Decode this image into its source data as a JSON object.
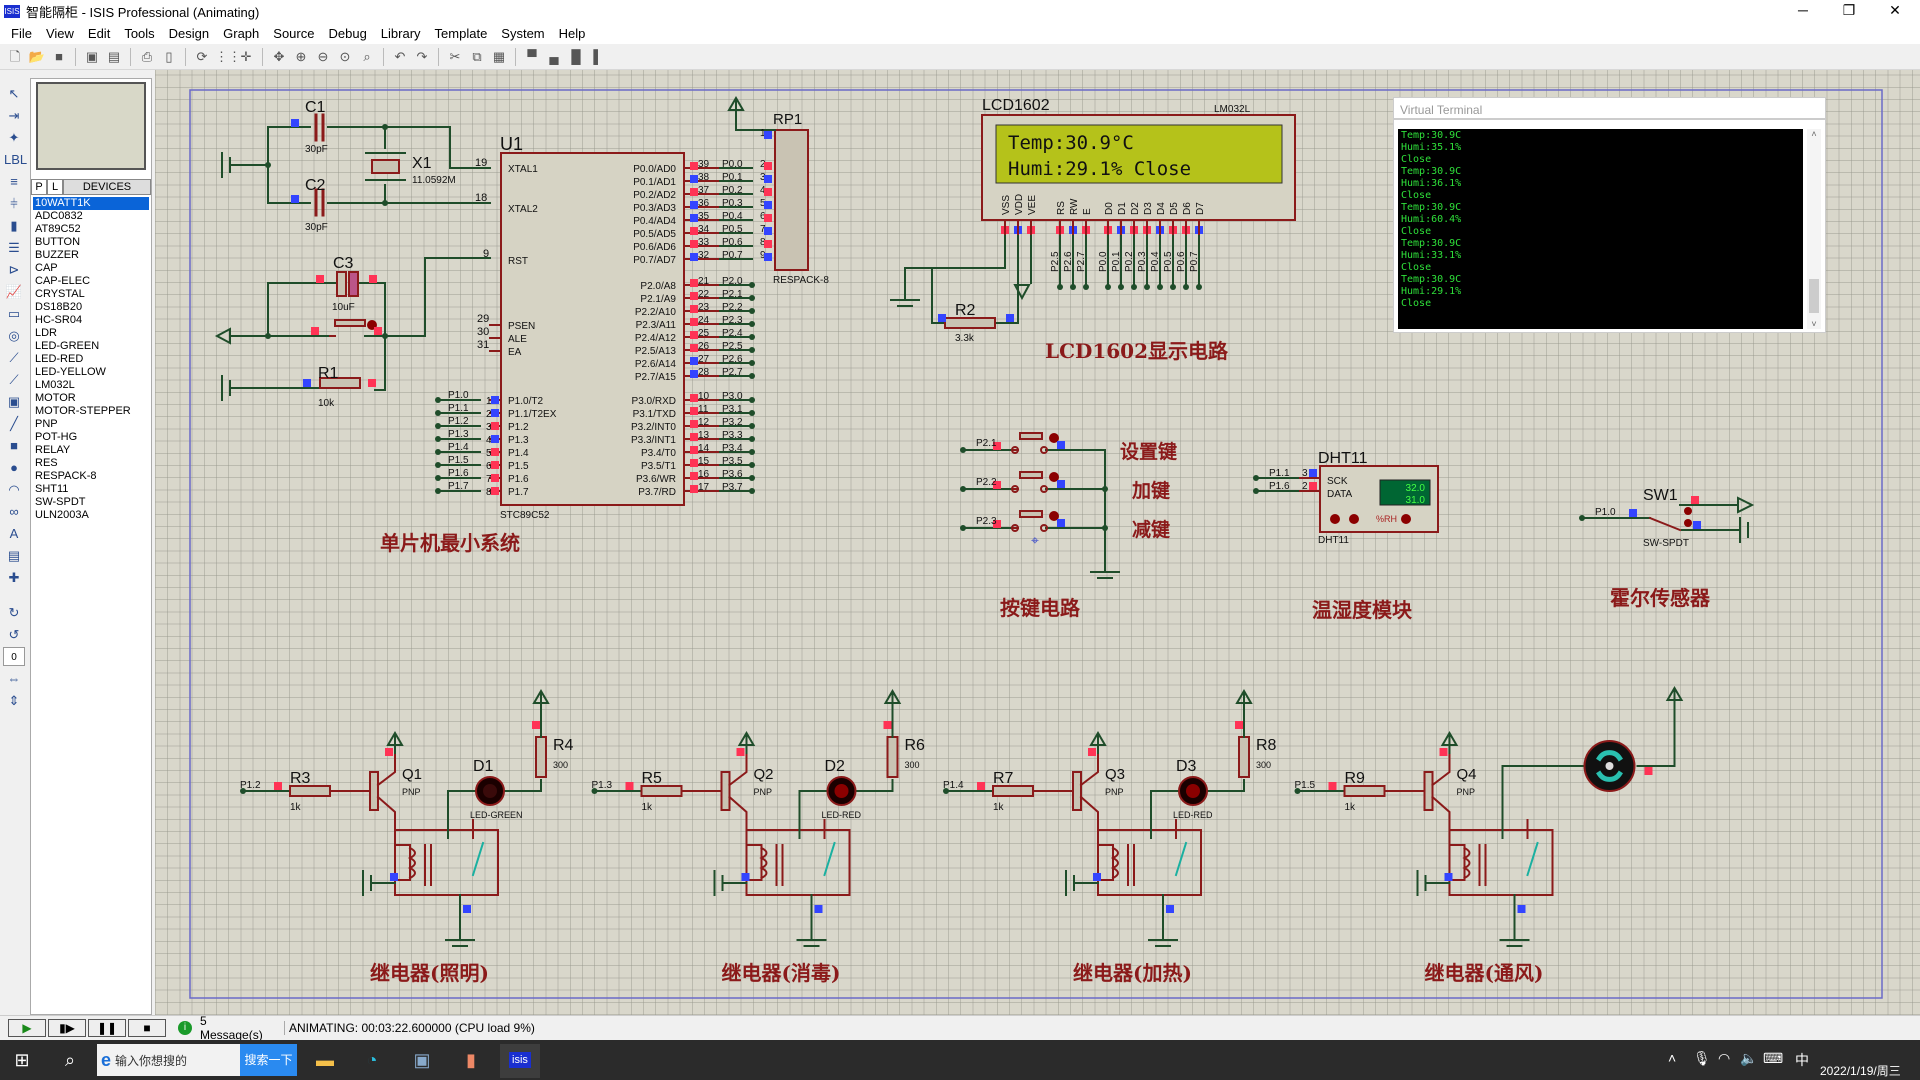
{
  "window": {
    "title": "智能隔柜 - ISIS Professional (Animating)",
    "minimize": "─",
    "restore": "❐",
    "close": "✕"
  },
  "menu": [
    "File",
    "View",
    "Edit",
    "Tools",
    "Design",
    "Graph",
    "Source",
    "Debug",
    "Library",
    "Template",
    "System",
    "Help"
  ],
  "device_panel": {
    "tab_p": "P",
    "tab_l": "L",
    "tab_devices": "DEVICES",
    "selected": "10WATT1K",
    "items": [
      "10WATT1K",
      "ADC0832",
      "AT89C52",
      "BUTTON",
      "BUZZER",
      "CAP",
      "CAP-ELEC",
      "CRYSTAL",
      "DS18B20",
      "HC-SR04",
      "LDR",
      "LED-GREEN",
      "LED-RED",
      "LED-YELLOW",
      "LM032L",
      "MOTOR",
      "MOTOR-STEPPER",
      "PNP",
      "POT-HG",
      "RELAY",
      "RES",
      "RESPACK-8",
      "SHT11",
      "SW-SPDT",
      "ULN2003A"
    ]
  },
  "left_tools_value": "0",
  "schematic": {
    "clock": {
      "c1": "C1",
      "c1_val": "30pF",
      "c2": "C2",
      "c2_val": "30pF",
      "x1": "X1",
      "x1_val": "11.0592M",
      "c3": "C3",
      "c3_val": "10uF",
      "r1": "R1",
      "r1_val": "10k",
      "pin19": "19",
      "pin18": "18",
      "pin9": "9",
      "pin29": "29",
      "pin30": "30",
      "pin31": "31"
    },
    "mcu": {
      "ref": "U1",
      "part": "STC89C52",
      "left_pins": [
        [
          "XTAL1",
          ""
        ],
        [
          "XTAL2",
          ""
        ],
        [
          "RST",
          ""
        ],
        [
          "PSEN",
          "29"
        ],
        [
          "ALE",
          "30"
        ],
        [
          "EA",
          "31"
        ],
        [
          "P1.0/T2",
          "1"
        ],
        [
          "P1.1/T2EX",
          "2"
        ],
        [
          "P1.2",
          "3"
        ],
        [
          "P1.3",
          "4"
        ],
        [
          "P1.4",
          "5"
        ],
        [
          "P1.5",
          "6"
        ],
        [
          "P1.6",
          "7"
        ],
        [
          "P1.7",
          "8"
        ]
      ],
      "left_nets": [
        "P1.0",
        "P1.1",
        "P1.2",
        "P1.3",
        "P1.4",
        "P1.5",
        "P1.6",
        "P1.7"
      ],
      "right_pins": [
        [
          "P0.0/AD0",
          "39",
          "P0.0"
        ],
        [
          "P0.1/AD1",
          "38",
          "P0.1"
        ],
        [
          "P0.2/AD2",
          "37",
          "P0.2"
        ],
        [
          "P0.3/AD3",
          "36",
          "P0.3"
        ],
        [
          "P0.4/AD4",
          "35",
          "P0.4"
        ],
        [
          "P0.5/AD5",
          "34",
          "P0.5"
        ],
        [
          "P0.6/AD6",
          "33",
          "P0.6"
        ],
        [
          "P0.7/AD7",
          "32",
          "P0.7"
        ],
        [
          "P2.0/A8",
          "21",
          "P2.0"
        ],
        [
          "P2.1/A9",
          "22",
          "P2.1"
        ],
        [
          "P2.2/A10",
          "23",
          "P2.2"
        ],
        [
          "P2.3/A11",
          "24",
          "P2.3"
        ],
        [
          "P2.4/A12",
          "25",
          "P2.4"
        ],
        [
          "P2.5/A13",
          "26",
          "P2.5"
        ],
        [
          "P2.6/A14",
          "27",
          "P2.6"
        ],
        [
          "P2.7/A15",
          "28",
          "P2.7"
        ],
        [
          "P3.0/RXD",
          "10",
          "P3.0"
        ],
        [
          "P3.1/TXD",
          "11",
          "P3.1"
        ],
        [
          "P3.2/INT0",
          "12",
          "P3.2"
        ],
        [
          "P3.3/INT1",
          "13",
          "P3.3"
        ],
        [
          "P3.4/T0",
          "14",
          "P3.4"
        ],
        [
          "P3.5/T1",
          "15",
          "P3.5"
        ],
        [
          "P3.6/WR",
          "16",
          "P3.6"
        ],
        [
          "P3.7/RD",
          "17",
          "P3.7"
        ]
      ]
    },
    "respack": {
      "ref": "RP1",
      "part": "RESPACK-8",
      "pins": [
        "1",
        "2",
        "3",
        "4",
        "5",
        "6",
        "7",
        "8",
        "9"
      ]
    },
    "lcd": {
      "ref": "LCD1602",
      "part": "LM032L",
      "line1": "Temp:30.9°C",
      "line2": "Humi:29.1% Close",
      "pins": [
        "VSS",
        "VDD",
        "VEE",
        "RS",
        "RW",
        "E",
        "D0",
        "D1",
        "D2",
        "D3",
        "D4",
        "D5",
        "D6",
        "D7"
      ],
      "nets": [
        "P2.5",
        "P2.6",
        "P2.7",
        "P0.0",
        "P0.1",
        "P0.2",
        "P0.3",
        "P0.4",
        "P0.5",
        "P0.6",
        "P0.7"
      ],
      "r2": "R2",
      "r2_val": "3.3k",
      "title": "LCD1602显示电路"
    },
    "buttons": {
      "items": [
        {
          "net": "P2.1",
          "label": "设置键"
        },
        {
          "net": "P2.2",
          "label": "加键"
        },
        {
          "net": "P2.3",
          "label": "减键"
        }
      ],
      "title": "按键电路"
    },
    "dht": {
      "ref": "DHT11",
      "part": "DHT11",
      "pin_sck": "SCK",
      "pin_data": "DATA",
      "net_sck": "P1.1",
      "net_data": "P1.6",
      "num_sck": "3",
      "num_data": "2",
      "temp": "32.0",
      "hum": "31.0",
      "rh": "%RH",
      "title": "温湿度模块"
    },
    "hall": {
      "ref": "SW1",
      "part": "SW-SPDT",
      "net": "P1.0",
      "title": "霍尔传感器"
    },
    "relays": [
      {
        "net": "P1.2",
        "r": "R3",
        "r_val": "1k",
        "q": "Q1",
        "q_type": "PNP",
        "load": "led",
        "load_ref": "D1",
        "load_part": "LED-GREEN",
        "rl": "R4",
        "rl_val": "300",
        "title": "继电器(照明)"
      },
      {
        "net": "P1.3",
        "r": "R5",
        "r_val": "1k",
        "q": "Q2",
        "q_type": "PNP",
        "load": "led",
        "load_ref": "D2",
        "load_part": "LED-RED",
        "rl": "R6",
        "rl_val": "300",
        "title": "继电器(消毒)"
      },
      {
        "net": "P1.4",
        "r": "R7",
        "r_val": "1k",
        "q": "Q3",
        "q_type": "PNP",
        "load": "led",
        "load_ref": "D3",
        "load_part": "LED-RED",
        "rl": "R8",
        "rl_val": "300",
        "title": "继电器(加热)"
      },
      {
        "net": "P1.5",
        "r": "R9",
        "r_val": "1k",
        "q": "Q4",
        "q_type": "PNP",
        "load": "motor",
        "load_ref": "",
        "load_part": "",
        "rl": "",
        "rl_val": "",
        "title": "继电器(通风)"
      }
    ],
    "mcu_title": "单片机最小系统"
  },
  "virtual_terminal": {
    "title": "Virtual Terminal",
    "lines": [
      "Temp:30.9C",
      "Humi:35.1%",
      "Close",
      "Temp:30.9C",
      "Humi:36.1%",
      "Close",
      "Temp:30.9C",
      "Humi:60.4%",
      "Close",
      "Temp:30.9C",
      "Humi:33.1%",
      "Close",
      "Temp:30.9C",
      "Humi:29.1%",
      "Close"
    ]
  },
  "status": {
    "messages": "5 Message(s)",
    "text": "ANIMATING: 00:03:22.600000 (CPU load 9%)"
  },
  "taskbar": {
    "search_placeholder": "输入你想搜的",
    "search_button": "搜索一下",
    "ime": "中",
    "date": "2022/1/19/周三",
    "isis": "isis"
  },
  "colors": {
    "wire": "#1f4d2a",
    "part": "#8b1a1a",
    "body": "#c9c3b3",
    "pin_high": "#ff3355",
    "pin_low": "#3344ff",
    "lcd": "#b5c21a",
    "title_text": "#8b1a1a"
  }
}
